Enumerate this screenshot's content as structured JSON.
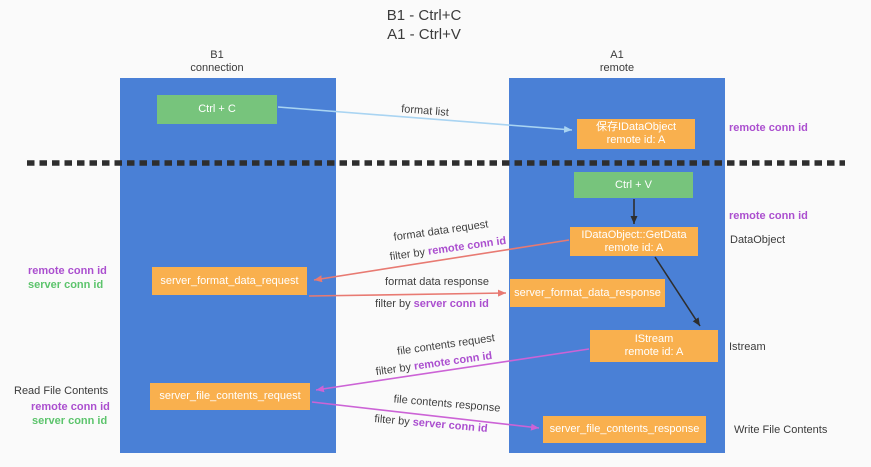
{
  "title": {
    "line1": "B1 - Ctrl+C",
    "line2": "A1 - Ctrl+V"
  },
  "lifelines": {
    "left": {
      "name": "B1",
      "role": "connection"
    },
    "right": {
      "name": "A1",
      "role": "remote"
    }
  },
  "boxes": {
    "ctrl_c": {
      "label": "Ctrl + C"
    },
    "save_dataobject": {
      "line1": "保存IDataObject",
      "line2": "remote id: A"
    },
    "ctrl_v": {
      "label": "Ctrl + V"
    },
    "getdata": {
      "line1": "IDataObject::GetData",
      "line2": "remote id: A"
    },
    "format_request": {
      "label": "server_format_data_request"
    },
    "format_response": {
      "label": "server_format_data_response"
    },
    "istream": {
      "line1": "IStream",
      "line2": "remote id: A"
    },
    "file_request": {
      "label": "server_file_contents_request"
    },
    "file_response": {
      "label": "server_file_contents_response"
    }
  },
  "arrow_labels": {
    "format_list": "format list",
    "format_request_line": "format data request",
    "format_request_filter_prefix": "filter by ",
    "format_request_filter_key": "remote conn id",
    "format_response_line": "format data response",
    "format_response_filter_prefix": "filter by ",
    "format_response_filter_key": "server conn id",
    "file_request_line": "file contents request",
    "file_request_filter_prefix": "filter by ",
    "file_request_filter_key": "remote conn id",
    "file_response_line": "file contents response",
    "file_response_filter_prefix": "filter by ",
    "file_response_filter_key": "server conn id"
  },
  "side_labels": {
    "right": {
      "remote_conn_top": "remote conn id",
      "remote_conn_mid": "remote conn id",
      "dataobject": "DataObject",
      "istream": "Istream",
      "write_file": "Write File Contents"
    },
    "left": {
      "remote_conn_mid": "remote conn id",
      "server_conn_mid": "server conn id",
      "read_file": "Read File Contents",
      "remote_conn_bottom": "remote conn id",
      "server_conn_bottom": "server conn id"
    }
  },
  "colors": {
    "column_blue": "#4a80d6",
    "box_orange": "#f9b04e",
    "box_green": "#77c47c",
    "arrow_red": "#e87a72",
    "arrow_magenta": "#cc63d6",
    "arrow_lightblue": "#a9d4f2",
    "arrow_black": "#2e2e2e",
    "text_purple": "#ab4fcf",
    "text_green": "#5cc46c"
  }
}
